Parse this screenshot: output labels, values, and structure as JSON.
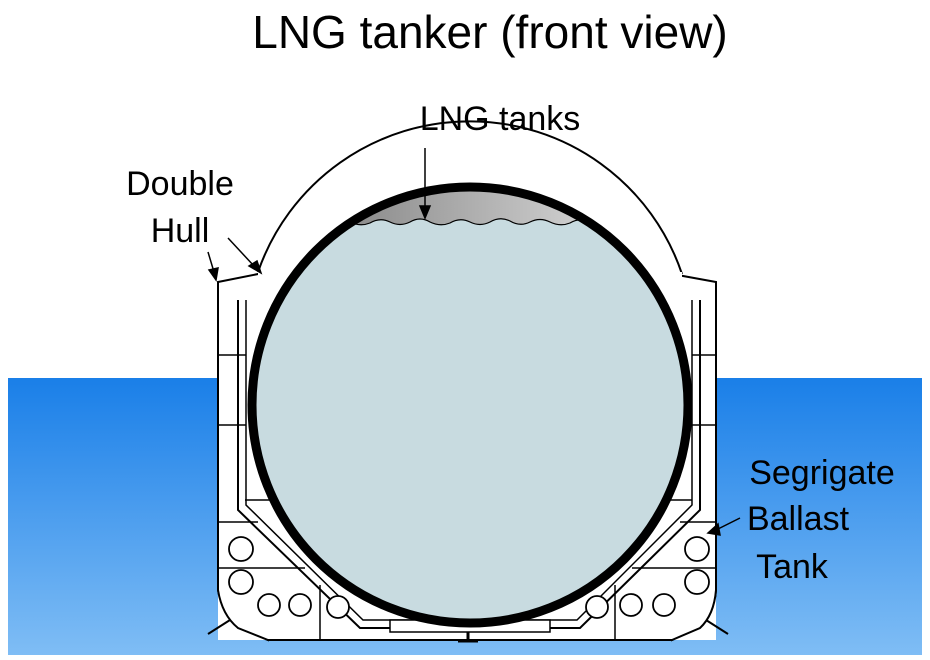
{
  "title": "LNG tanker (front view)",
  "labels": {
    "lng_tanks": "LNG tanks",
    "double_hull_line1": "Double",
    "double_hull_line2": "Hull",
    "ballast_line1": "Segrigate",
    "ballast_line2": "Ballast",
    "ballast_line3": "Tank"
  },
  "colors": {
    "water_top": "#1a7fe8",
    "water_bottom": "#7fbdf5",
    "liquid": "#c8dbe0",
    "gas_dark": "#6e6e6e",
    "gas_light": "#eeeeee",
    "outline": "#000000"
  }
}
